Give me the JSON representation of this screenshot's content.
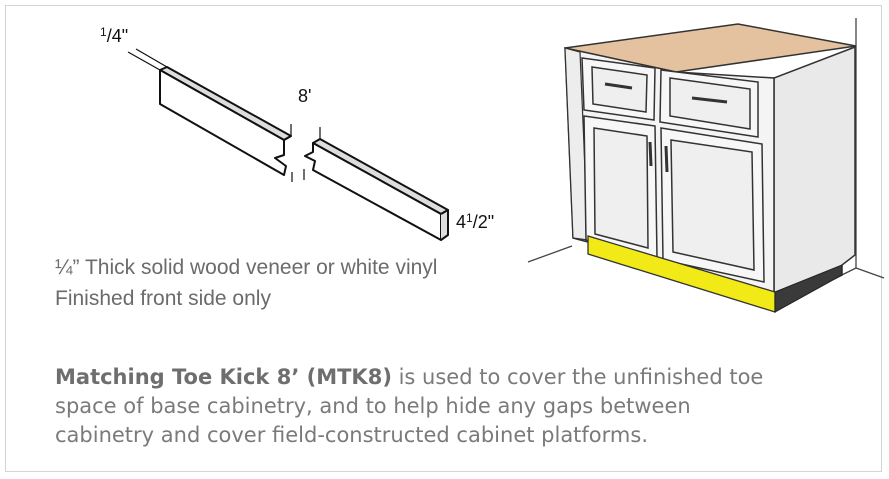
{
  "dimensions": {
    "thickness": {
      "num": "1",
      "sep": "/",
      "den": "4",
      "unit": "\""
    },
    "length": "8'",
    "height": {
      "whole": "4",
      "num": "1",
      "sep": "/",
      "den": "2",
      "unit": "\""
    }
  },
  "spec": {
    "line1": "¼” Thick solid wood veneer or white vinyl",
    "line2": "Finished front side only"
  },
  "description": {
    "bold": "Matching Toe Kick 8’ (MTK8)",
    "rest_line1": " is used to cover the unfinished toe",
    "line2": "space of base cabinetry, and to help hide any gaps between",
    "line3": "cabinetry and cover field-constructed cabinet platforms."
  },
  "colors": {
    "highlight": "#f2ea16",
    "countertop": "#e4c2a0",
    "cabinet": "#f4f4f4"
  }
}
